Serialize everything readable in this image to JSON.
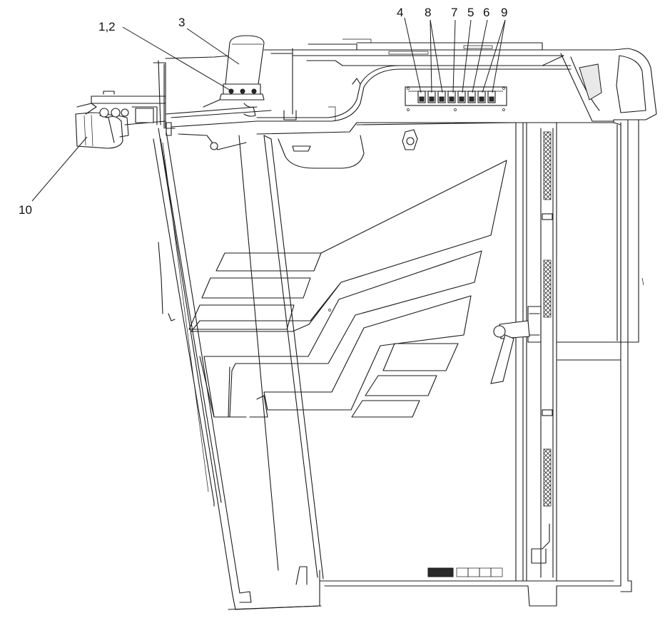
{
  "callouts": {
    "c_1_2": "1,2",
    "c_3": "3",
    "c_4": "4",
    "c_8": "8",
    "c_7": "7",
    "c_5": "5",
    "c_6": "6",
    "c_9": "9",
    "c_10": "10"
  }
}
